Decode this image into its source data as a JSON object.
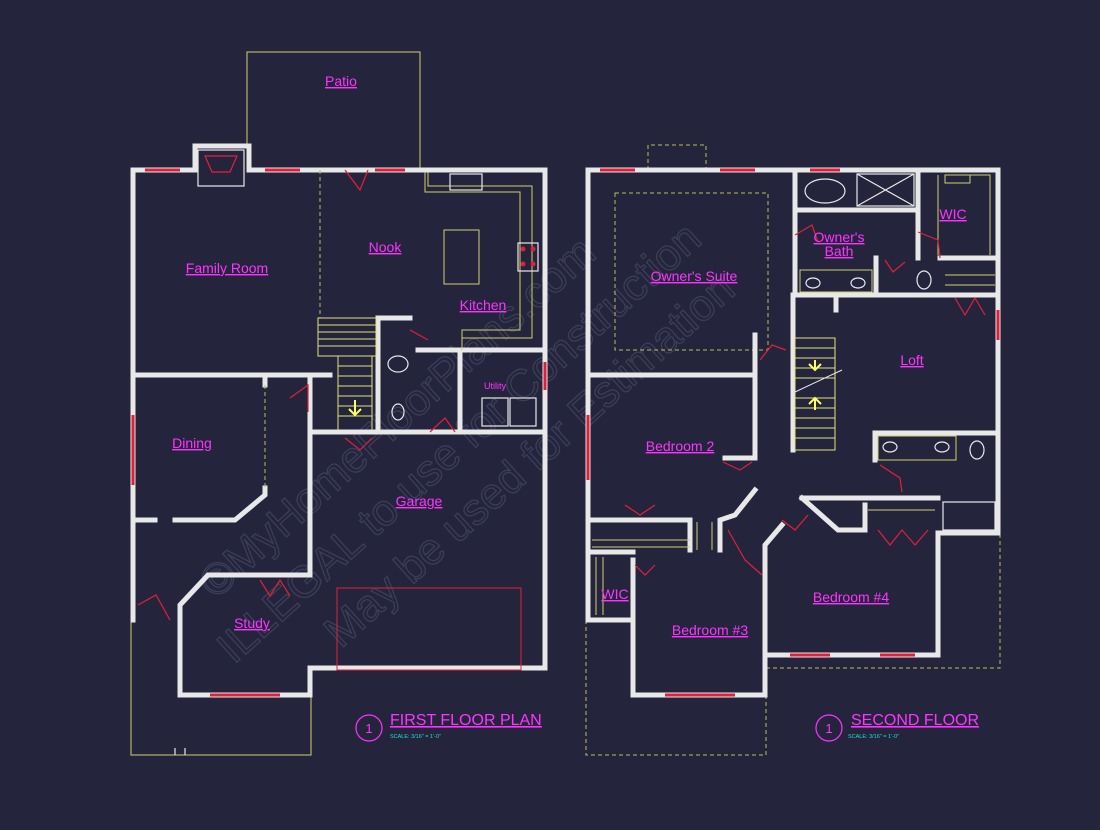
{
  "watermark": {
    "line1": "©MyHomeFloorPlans.com",
    "line2": "ILLEGAL to use for Construction",
    "line3": "May be used for Estimation"
  },
  "first_floor": {
    "rooms": {
      "patio": "Patio",
      "nook": "Nook",
      "family_room": "Family Room",
      "kitchen": "Kitchen",
      "utility": "Utility",
      "dining": "Dining",
      "garage": "Garage",
      "study": "Study"
    },
    "title_block": {
      "number": "1",
      "title": "FIRST FLOOR PLAN",
      "scale": "SCALE: 3/16\" = 1'-0\""
    }
  },
  "second_floor": {
    "rooms": {
      "owners_suite": "Owner's Suite",
      "wic_top": "WIC",
      "owners_bath_line1": "Owner's",
      "owners_bath_line2": "Bath",
      "loft": "Loft",
      "bedroom2": "Bedroom 2",
      "wic_left": "WIC",
      "bedroom3": "Bedroom #3",
      "bedroom4": "Bedroom #4"
    },
    "title_block": {
      "number": "1",
      "title": "SECOND FLOOR",
      "scale": "SCALE: 3/16\" = 1'-0\""
    }
  },
  "colors": {
    "background": "#24253d",
    "room_label": "#ff33ff",
    "wall": "#e8e8e8",
    "door": "#e0203a",
    "outline": "#cfcf6a",
    "scale_text": "#22dddd"
  }
}
